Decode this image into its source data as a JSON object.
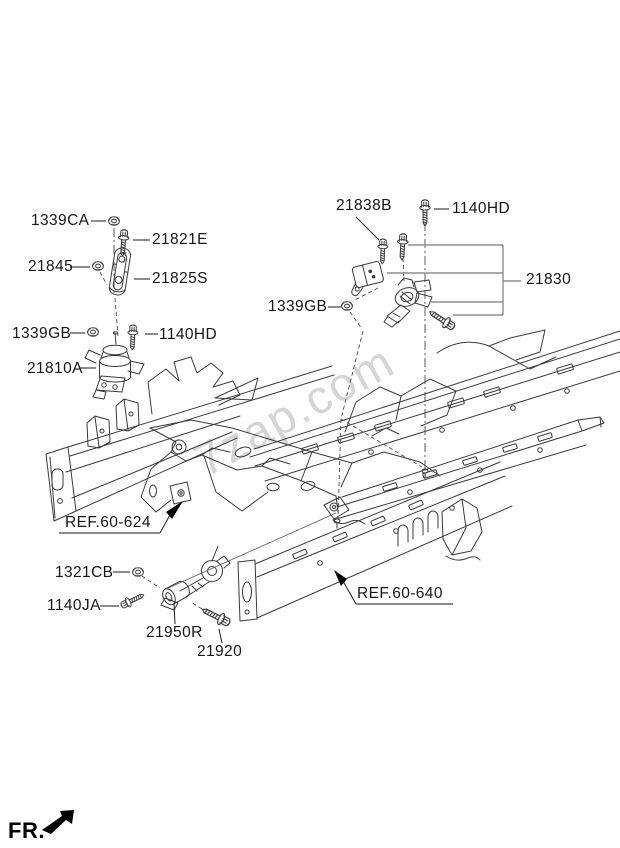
{
  "diagram": {
    "kind": "engine-and-transaxle-mounting-parts-diagram",
    "line_color": "#3a3a3a",
    "callout_color": "#8f8f8f",
    "background": "#ffffff"
  },
  "watermark": {
    "text": "7zap.com",
    "color": "#d5d5d5"
  },
  "fr_indicator": {
    "label": "FR."
  },
  "labels": [
    {
      "id": "1339CA",
      "text": "1339CA"
    },
    {
      "id": "21821E",
      "text": "21821E"
    },
    {
      "id": "21845",
      "text": "21845"
    },
    {
      "id": "21825S",
      "text": "21825S"
    },
    {
      "id": "1339GB-left",
      "text": "1339GB"
    },
    {
      "id": "1140HD-left",
      "text": "1140HD"
    },
    {
      "id": "21810A",
      "text": "21810A"
    },
    {
      "id": "21838B",
      "text": "21838B"
    },
    {
      "id": "1140HD-right",
      "text": "1140HD"
    },
    {
      "id": "21830",
      "text": "21830"
    },
    {
      "id": "1339GB-mid",
      "text": "1339GB"
    },
    {
      "id": "REF-60-624",
      "text": "REF.60-624"
    },
    {
      "id": "1321CB",
      "text": "1321CB"
    },
    {
      "id": "1140JA",
      "text": "1140JA"
    },
    {
      "id": "21950R",
      "text": "21950R"
    },
    {
      "id": "21920",
      "text": "21920"
    },
    {
      "id": "REF-60-640",
      "text": "REF.60-640"
    }
  ]
}
